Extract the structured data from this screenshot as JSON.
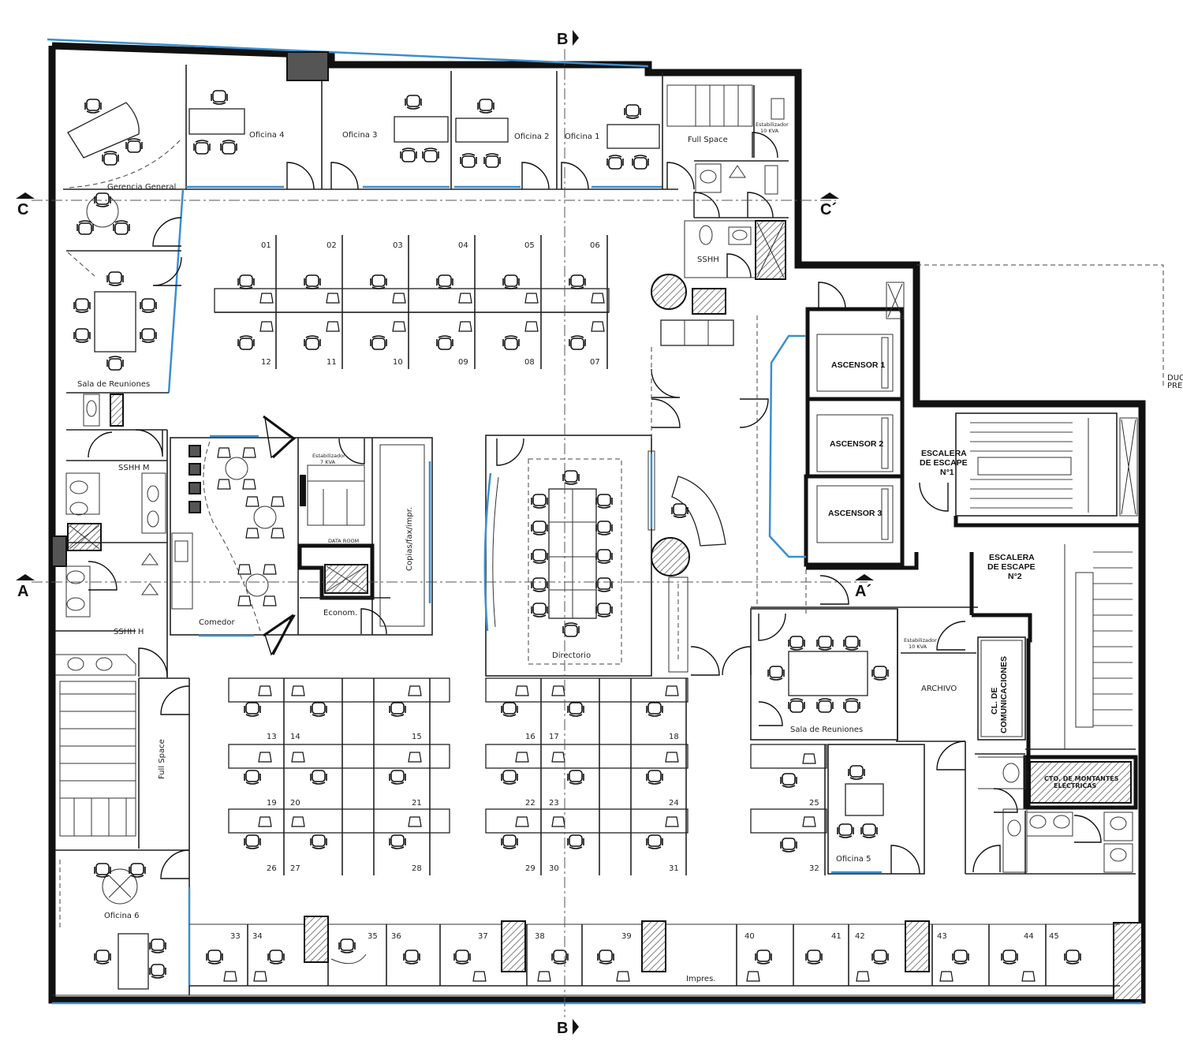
{
  "section_markers": {
    "b_top": "B",
    "b_bottom": "B",
    "c_left": "C",
    "c_right": "C´",
    "a_left": "A",
    "a_right": "A´"
  },
  "rooms": {
    "gerencia_general": "Gerencia General",
    "sala_reuniones_1": "Sala de Reuniones",
    "oficina_1": "Oficina 1",
    "oficina_2": "Oficina 2",
    "oficina_3": "Oficina 3",
    "oficina_4": "Oficina 4",
    "oficina_5": "Oficina 5",
    "oficina_6": "Oficina 6",
    "full_space_top": "Full Space",
    "full_space_left": "Full Space",
    "sshh_top": "SSHH",
    "sshh_m": "SSHH M",
    "sshh_h": "SSHH H",
    "comedor": "Comedor",
    "data_room": "DATA ROOM",
    "econom": "Econom.",
    "copias": "Copias/fax/impr.",
    "directorio": "Directorio",
    "sala_reuniones_2": "Sala de Reuniones",
    "archivo": "ARCHIVO",
    "impres": "Impres.",
    "ascensor_1": "ASCENSOR 1",
    "ascensor_2": "ASCENSOR 2",
    "ascensor_3": "ASCENSOR 3",
    "escalera_1_line1": "ESCALERA",
    "escalera_1_line2": "DE ESCAPE",
    "escalera_1_line3": "N°1",
    "escalera_2_line1": "ESCALERA",
    "escalera_2_line2": "DE ESCAPE",
    "escalera_2_line3": "N°2",
    "cl_comunicaciones_1": "CL. DE",
    "cl_comunicaciones_2": "COMUNICACIONES",
    "cto_montantes_1": "CTO. DE MONTANTES",
    "cto_montantes_2": "ELECTRICAS",
    "estabilizador_top_1": "Estabilizador",
    "estabilizador_top_2": "10 KVA",
    "estabilizador_data_1": "Estabilizador",
    "estabilizador_data_2": "7 KVA",
    "estabilizador_right_1": "Estabilizador",
    "estabilizador_right_2": "10 KVA",
    "edge_text_1": "DUC",
    "edge_text_2": "PRE"
  },
  "workstations_top": [
    "01",
    "02",
    "03",
    "04",
    "05",
    "06",
    "12",
    "11",
    "10",
    "09",
    "08",
    "07"
  ],
  "workstations_mid": [
    "13",
    "14",
    "15",
    "16",
    "17",
    "18",
    "19",
    "20",
    "21",
    "22",
    "23",
    "24",
    "25",
    "26",
    "27",
    "28",
    "29",
    "30",
    "31",
    "32"
  ],
  "workstations_bottom": [
    "33",
    "34",
    "35",
    "36",
    "37",
    "38",
    "39",
    "40",
    "41",
    "42",
    "43",
    "44",
    "45"
  ],
  "colors": {
    "wall": "#111111",
    "glass": "#3a8fd0",
    "background": "#ffffff"
  }
}
